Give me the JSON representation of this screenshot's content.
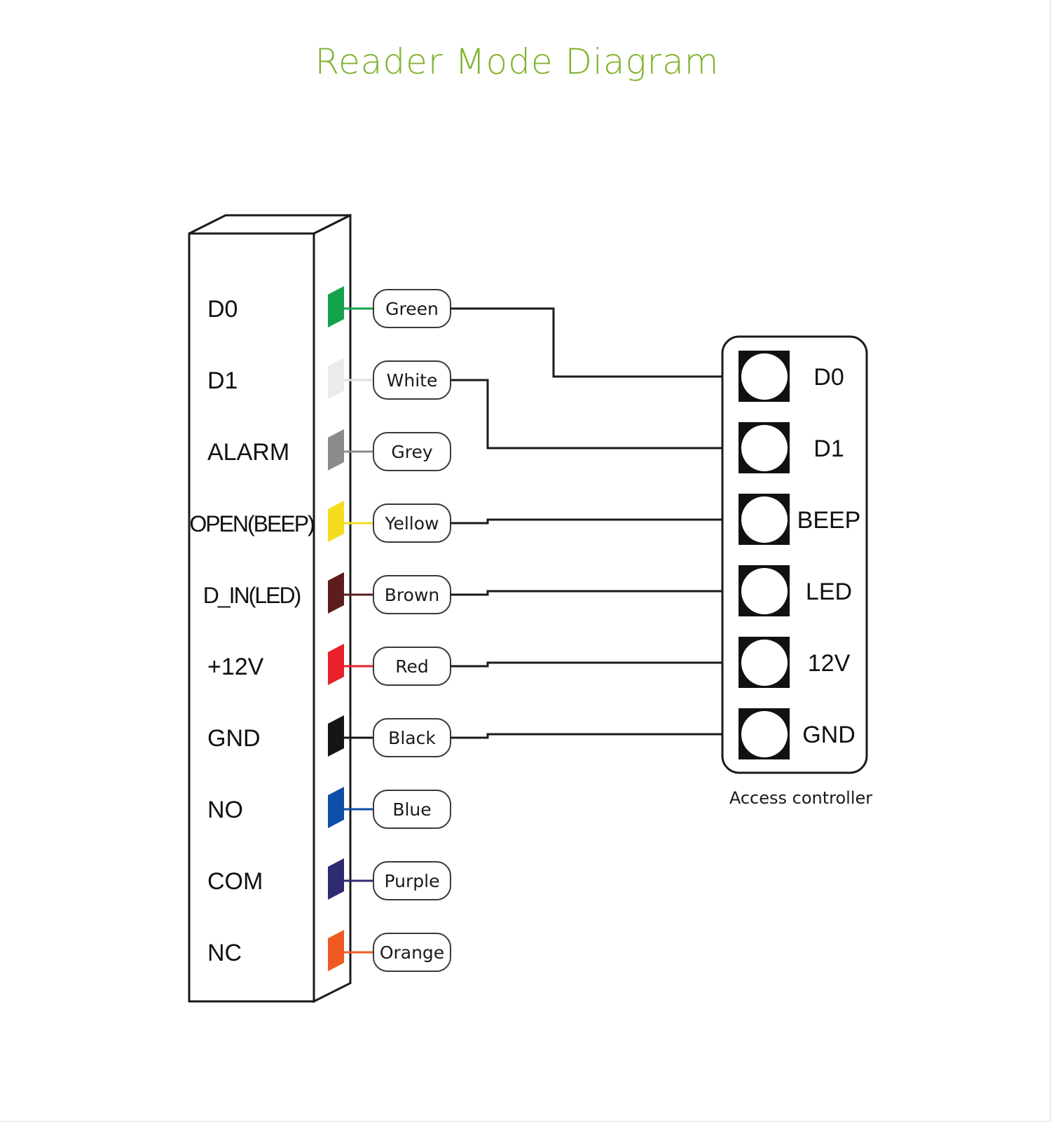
{
  "title": "Reader Mode Diagram",
  "colors": {
    "title": "#7fb32e",
    "outline": "#1a1a1a"
  },
  "reader": {
    "pins": [
      {
        "label": "D0",
        "wire": "Green",
        "color": "#13a24a",
        "connected_to": "D0"
      },
      {
        "label": "D1",
        "wire": "White",
        "color": "#e9ebec",
        "connected_to": "D1"
      },
      {
        "label": "ALARM",
        "wire": "Grey",
        "color": "#8a8b8c",
        "connected_to": null
      },
      {
        "label": "OPEN(BEEP)",
        "wire": "Yellow",
        "color": "#f3dc1e",
        "connected_to": "BEEP"
      },
      {
        "label": "D_IN(LED)",
        "wire": "Brown",
        "color": "#5c1e1c",
        "connected_to": "LED"
      },
      {
        "label": "+12V",
        "wire": "Red",
        "color": "#e8212a",
        "connected_to": "12V"
      },
      {
        "label": "GND",
        "wire": "Black",
        "color": "#151515",
        "connected_to": "GND"
      },
      {
        "label": "NO",
        "wire": "Blue",
        "color": "#0d4fa6",
        "connected_to": null
      },
      {
        "label": "COM",
        "wire": "Purple",
        "color": "#2f2a72",
        "connected_to": null
      },
      {
        "label": "NC",
        "wire": "Orange",
        "color": "#f05a22",
        "connected_to": null
      }
    ]
  },
  "controller": {
    "caption": "Access controller",
    "terminals": [
      "D0",
      "D1",
      "BEEP",
      "LED",
      "12V",
      "GND"
    ]
  }
}
